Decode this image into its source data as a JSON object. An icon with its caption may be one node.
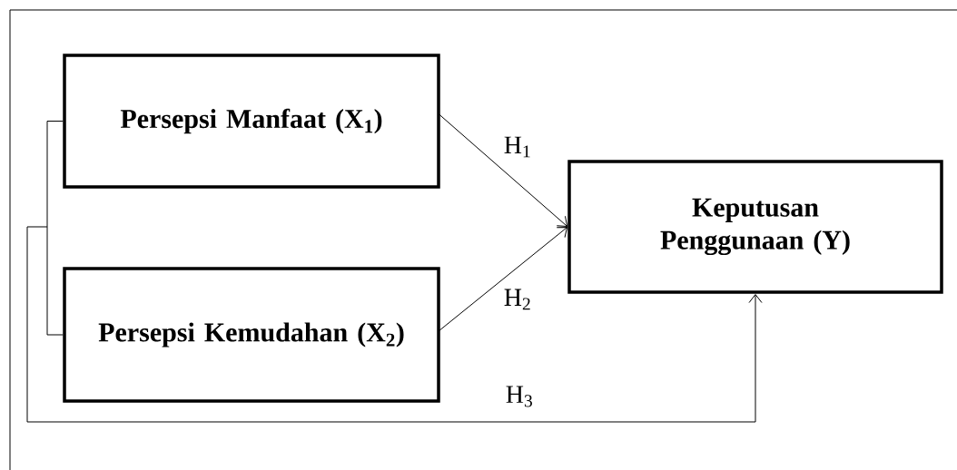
{
  "diagram": {
    "nodes": [
      {
        "text": [
          "Persepsi Manfaat (X$_{1}$)"
        ]
      },
      {
        "text": [
          "Persepsi Kemudahan (X$_{2}$)"
        ]
      },
      {
        "text": [
          "Keputusan Penggunaan (Y)"
        ]
      }
    ],
    "edges": [
      {
        "from": 0,
        "to": 2,
        "arrow": "to",
        "label": "H$_{1}$"
      },
      {
        "from": 1,
        "to": 2,
        "arrow": "to",
        "label": "H$_{2}$"
      },
      {
        "from": 0,
        "to": 2,
        "arrow": "to",
        "label": "H$_{3}$"
      },
      {
        "from": 1,
        "to": 2,
        "arrow": "to"
      }
    ]
  }
}
